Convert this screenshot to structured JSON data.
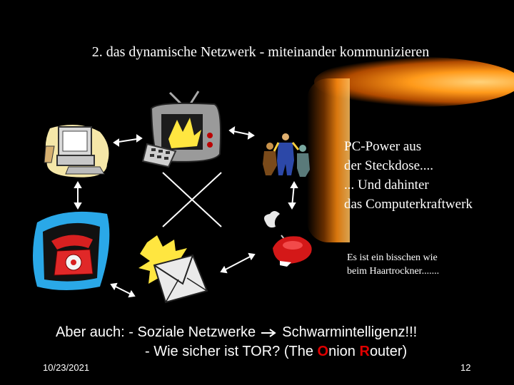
{
  "slide": {
    "title": "2. das dynamische Netzwerk - miteinander kommunizieren",
    "text_lines": [
      "PC-Power aus",
      "der Steckdose....",
      "... Und dahinter",
      "das Computerkraftwerk"
    ],
    "small_lines": [
      "Es ist ein bisschen wie",
      "beim Haartrockner......."
    ],
    "bottom_line1_prefix": "Aber auch: - Soziale Netzwerke",
    "bottom_line1_suffix": "Schwarmintelligenz!!!",
    "bottom_line2_part1": "- Wie sicher ist TOR?  (The ",
    "bottom_line2_O": "O",
    "bottom_line2_part2": "nion ",
    "bottom_line2_R": "R",
    "bottom_line2_part3": "outer)",
    "date": "10/23/2021",
    "page_number": "12"
  },
  "icons": [
    "computer-icon",
    "television-icon",
    "people-icon",
    "telephone-icon",
    "envelope-icon",
    "hairdryer-icon"
  ],
  "colors": {
    "background": "#000000",
    "text": "#ffffff",
    "accent_red": "#e00000",
    "glow": "#ff9a1a"
  }
}
